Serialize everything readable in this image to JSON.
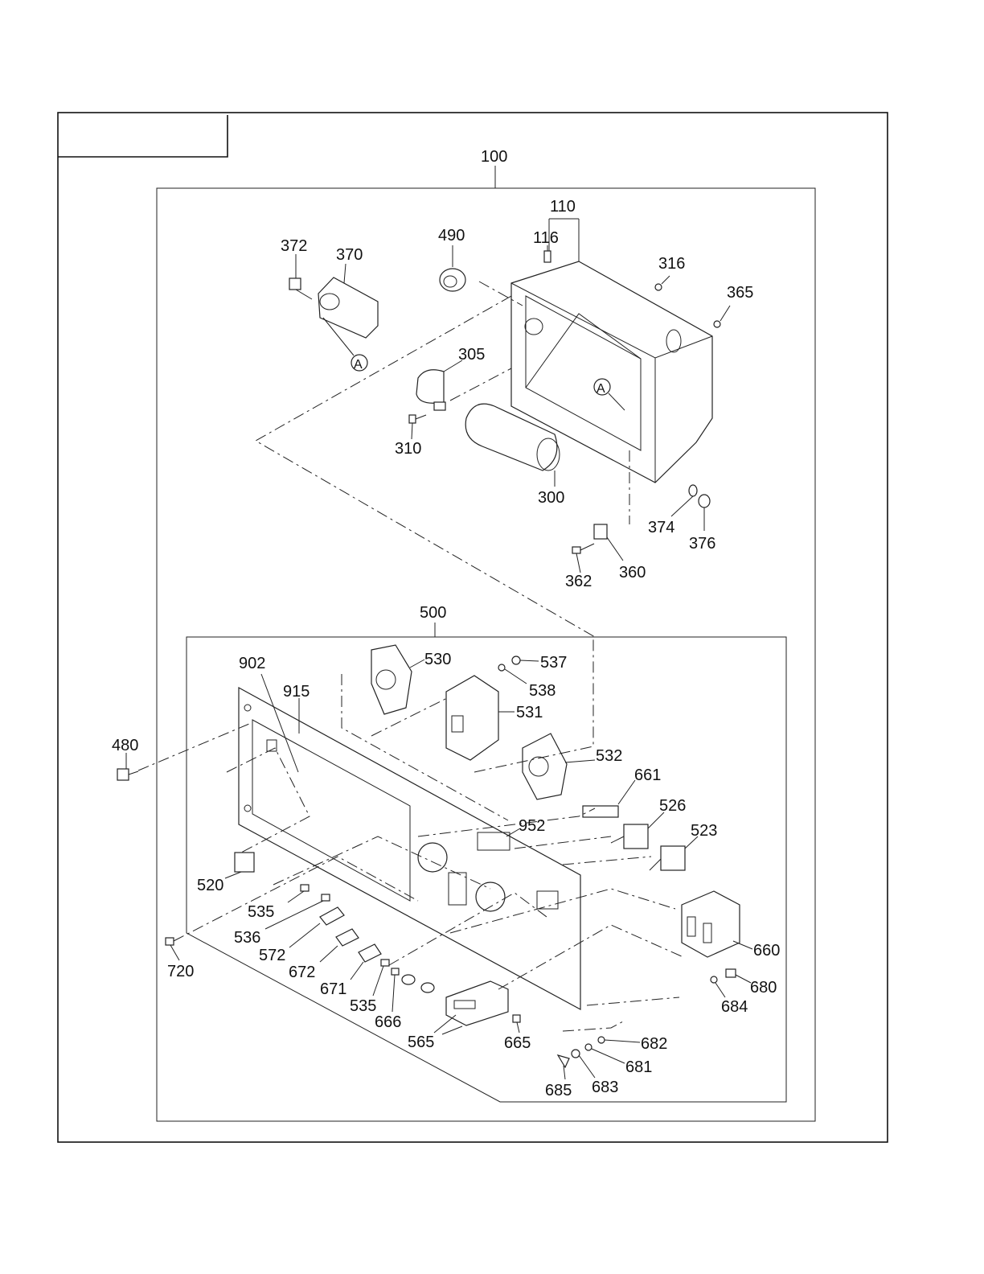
{
  "diagram": {
    "header_box_text": "",
    "assemblies": {
      "main": "100",
      "control_box": "110",
      "control_panel": "500"
    },
    "callouts": {
      "c116": "116",
      "c316": "316",
      "c365": "365",
      "c372": "372",
      "c370": "370",
      "c490": "490",
      "c305": "305",
      "c310": "310",
      "c300": "300",
      "c374": "374",
      "c376": "376",
      "c360": "360",
      "c362": "362",
      "c902": "902",
      "c915": "915",
      "c530": "530",
      "c537": "537",
      "c538": "538",
      "c531": "531",
      "c532": "532",
      "c480": "480",
      "c661": "661",
      "c526": "526",
      "c523": "523",
      "c952": "952",
      "c520": "520",
      "c535a": "535",
      "c536": "536",
      "c572": "572",
      "c672": "672",
      "c671": "671",
      "c535b": "535",
      "c666": "666",
      "c565": "565",
      "c665": "665",
      "c660": "660",
      "c680": "680",
      "c684": "684",
      "c682": "682",
      "c681": "681",
      "c683": "683",
      "c685": "685",
      "c720": "720"
    },
    "reference_markers": {
      "connector_a_top": "A",
      "connector_a_box": "A"
    }
  }
}
